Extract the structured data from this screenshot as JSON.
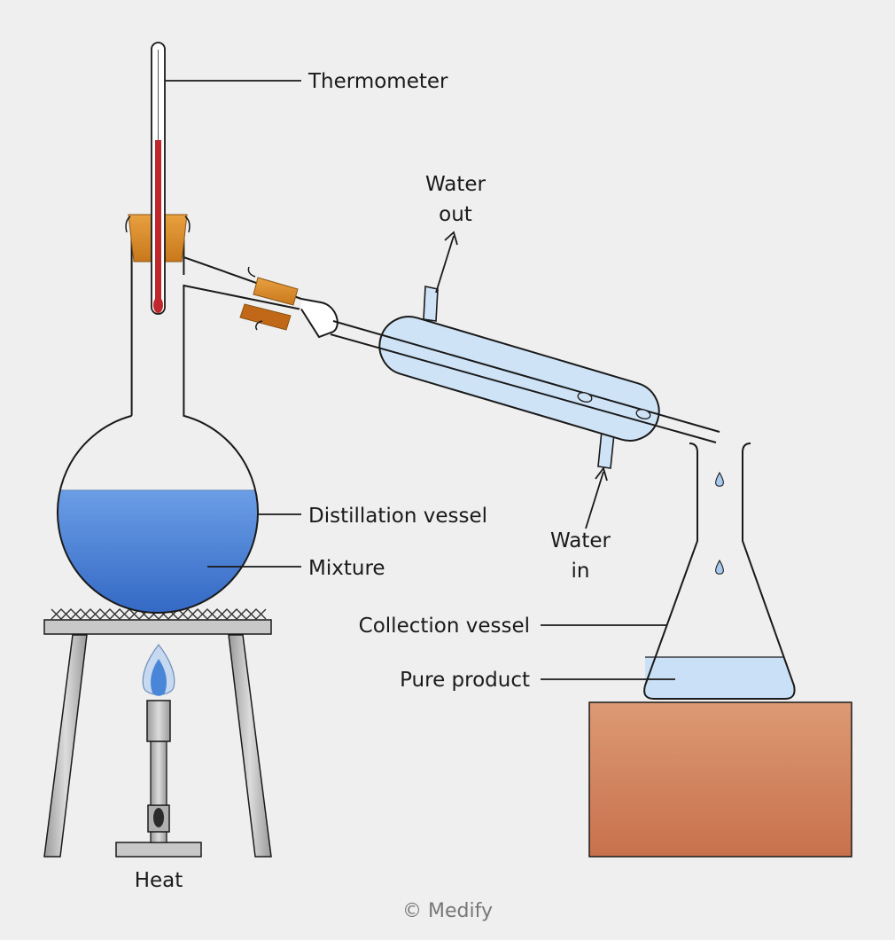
{
  "labels": {
    "thermometer": "Thermometer",
    "water_out_1": "Water",
    "water_out_2": "out",
    "water_in_1": "Water",
    "water_in_2": "in",
    "distillation_vessel": "Distillation vessel",
    "mixture": "Mixture",
    "collection_vessel": "Collection vessel",
    "pure_product": "Pure product",
    "heat": "Heat"
  },
  "copyright": "© Medify",
  "colors": {
    "background": "#efefef",
    "outline": "#1a1a1a",
    "mixture_light": "#6a9ee6",
    "mixture_dark": "#2f64c2",
    "condenser_water": "#cfe3f7",
    "pure_product": "#c9e0f6",
    "thermometer_liquid": "#c0282e",
    "cork": "#d88a24",
    "block_light": "#dc9a74",
    "block_dark": "#c8714c",
    "metal": "#bcbcbc",
    "flame_outer": "#c7d9f0",
    "flame_inner": "#4a86d8"
  }
}
